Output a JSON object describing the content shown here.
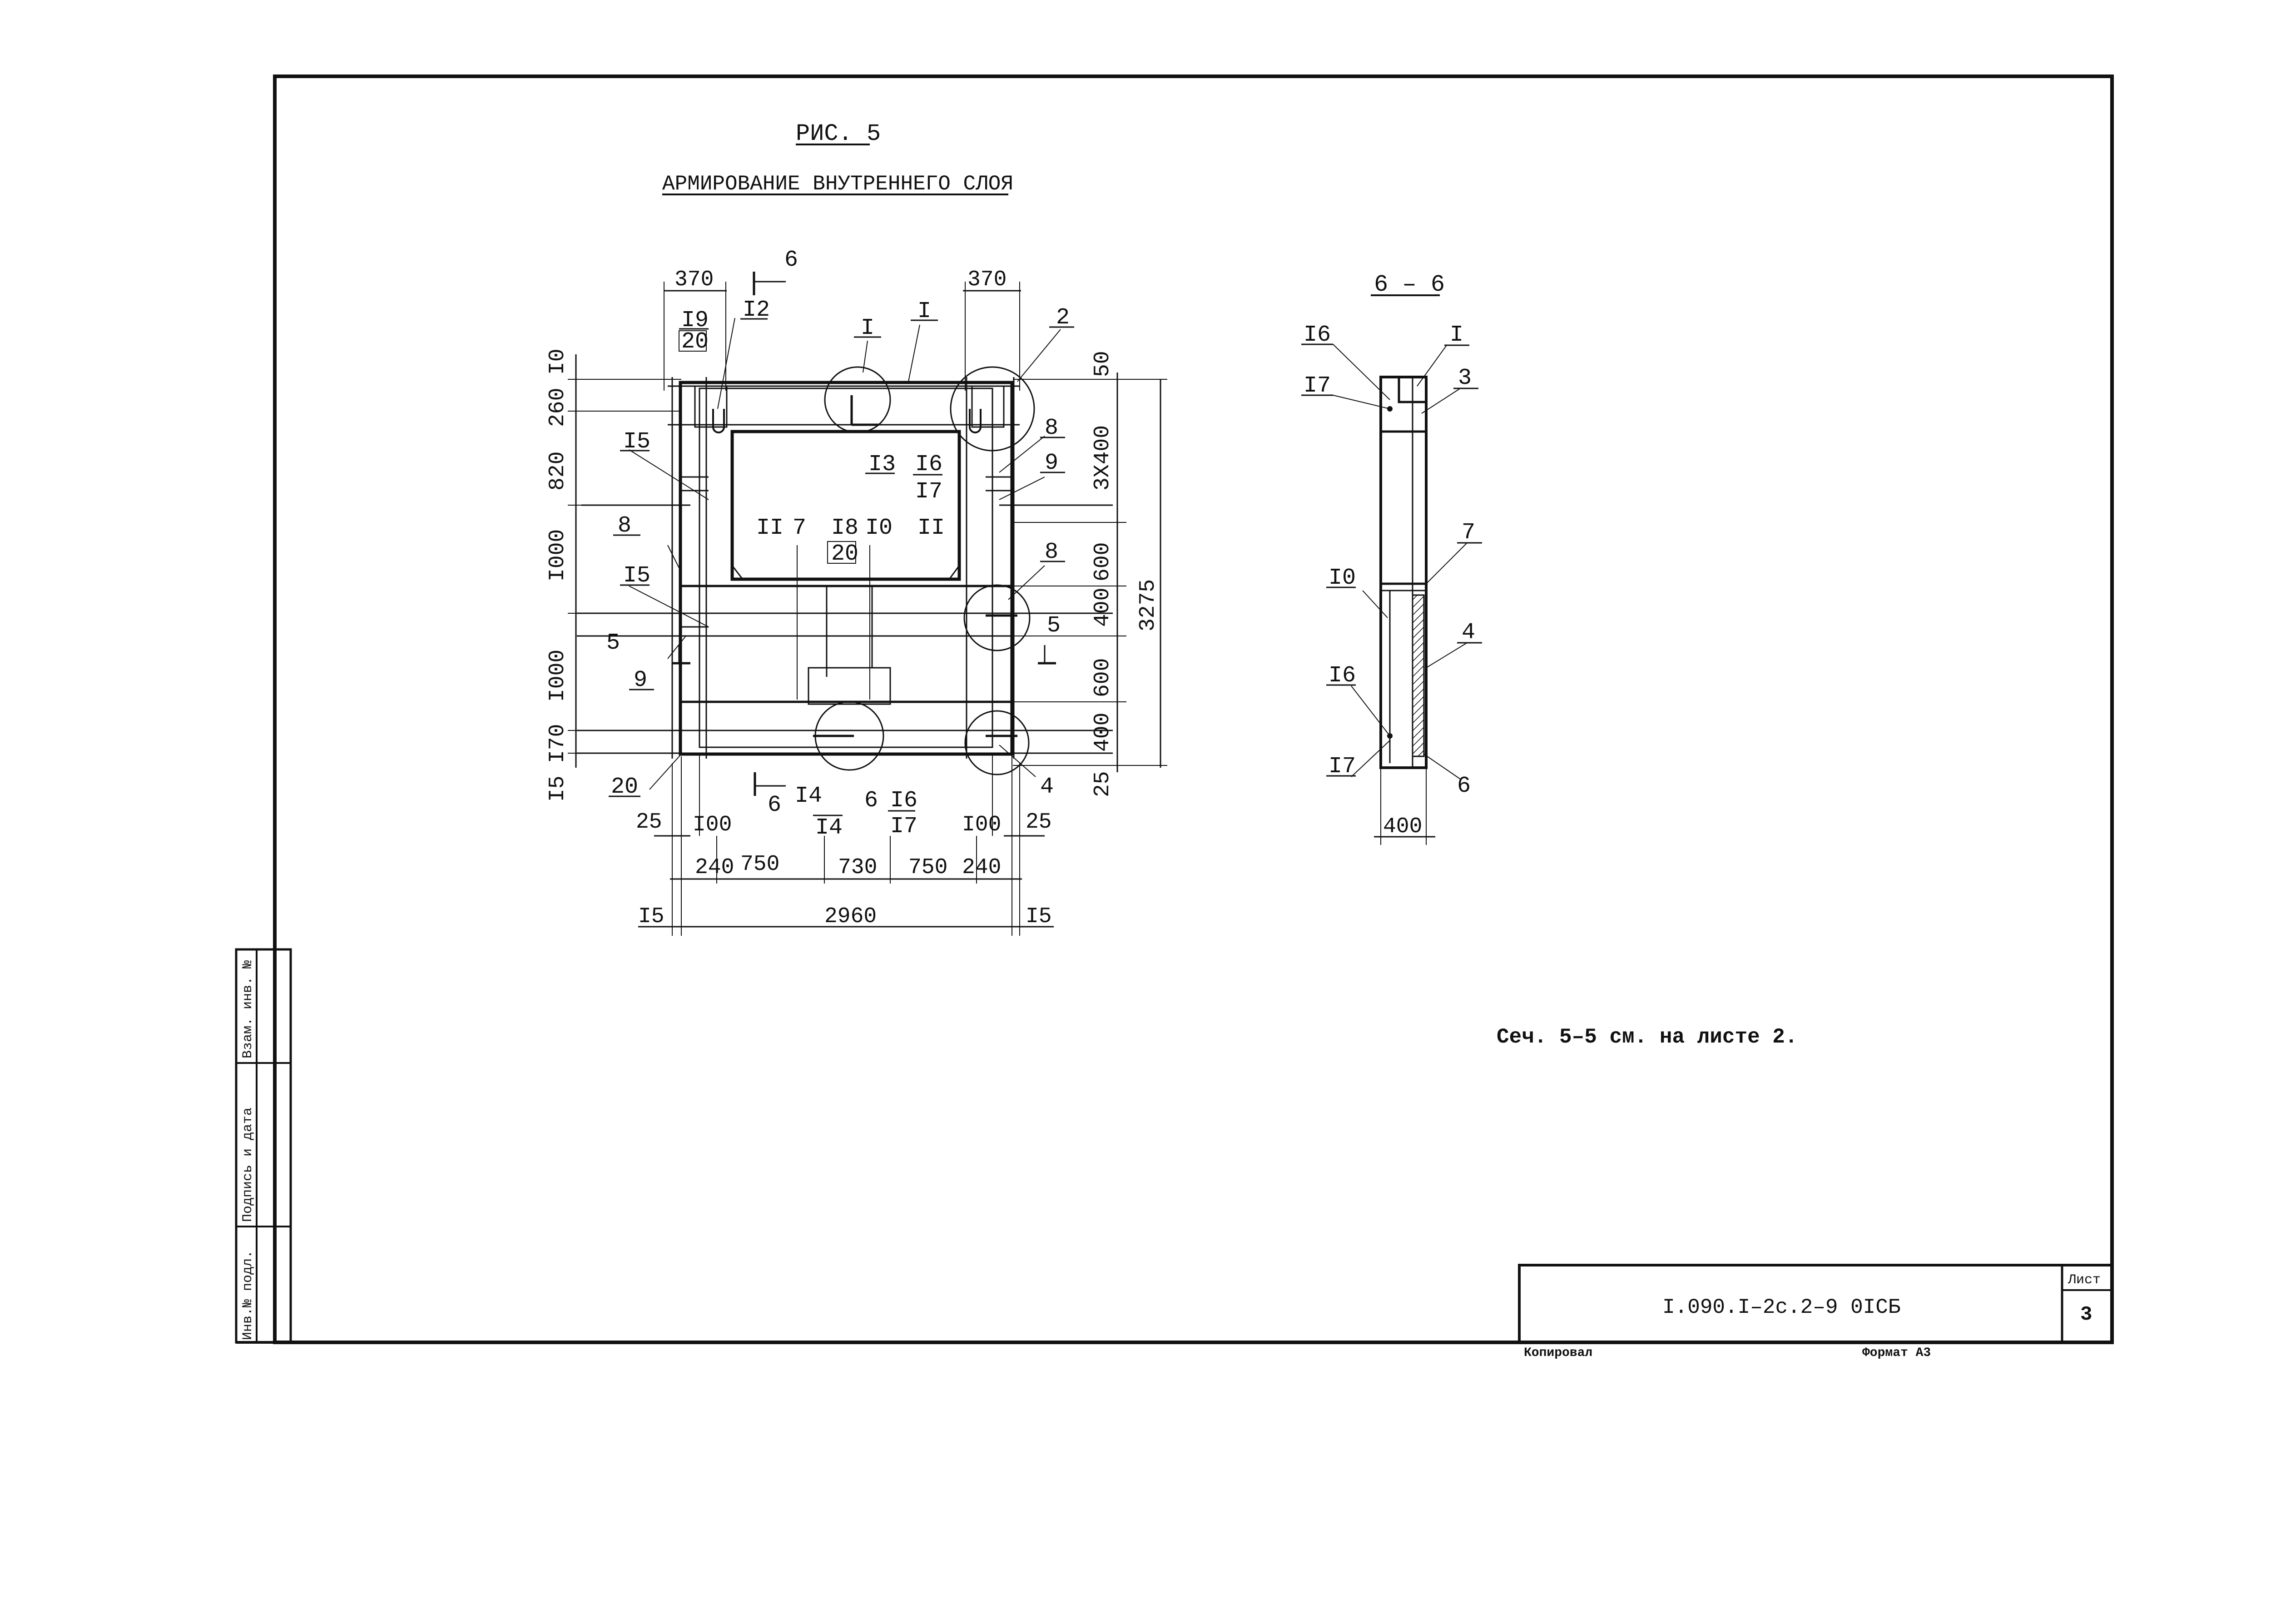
{
  "title": {
    "figure": "РИС. 5",
    "subtitle": "АРМИРОВАНИЕ ВНУТРЕННЕГО СЛОЯ"
  },
  "section_title": "6 – 6",
  "note": "Сеч. 5–5 см. на листе 2.",
  "title_block": {
    "code": "I.090.I–2c.2–9 0ICБ",
    "sheet_label": "Лист",
    "sheet_number": "3",
    "copied": "Копировал",
    "format": "Формат А3"
  },
  "side_stamp": {
    "inv_no": "Инв.№ подл.",
    "signature_date": "Подпись и дата",
    "replace_no": "Взам. инв. №"
  },
  "dims": {
    "top_left": "370",
    "top_right": "370",
    "left_10": "I0",
    "left_260": "260",
    "left_820": "820",
    "left_1000a": "I000",
    "left_1000b": "I000",
    "left_170": "I70",
    "left_15": "I5",
    "right_50": "50",
    "right_3x400": "3X400",
    "right_600a": "600",
    "right_400a": "400",
    "right_600b": "600",
    "right_400b": "400",
    "right_25": "25",
    "right_total": "3275",
    "bot_25l": "25",
    "bot_100l": "I00",
    "bot_100r": "I00",
    "bot_25r": "25",
    "bot_240l": "240",
    "bot_750l": "750",
    "bot_730": "730",
    "bot_750r": "750",
    "bot_240r": "240",
    "bot_15l": "I5",
    "bot_2960": "2960",
    "bot_15r": "I5",
    "sec_400": "400"
  },
  "marks": {
    "m_19": "I9",
    "m_20a": "20",
    "m_12": "I2",
    "m_1a": "I",
    "m_1b": "I",
    "m_2": "2",
    "m_13": "I3",
    "m_16a": "I6",
    "m_17a": "I7",
    "m_8a": "8",
    "m_9a": "9",
    "m_15a": "I5",
    "m_15b": "I5",
    "m_8b": "8",
    "m_9b": "9",
    "m_11a": "II",
    "m_7a": "7",
    "m_18": "I8",
    "m_20b": "20",
    "m_10a": "I0",
    "m_11b": "II",
    "m_8c": "8",
    "m_4a": "4",
    "m_20c": "20",
    "m_14a": "I4",
    "m_14b": "I4",
    "m_6a": "6",
    "m_16b": "I6",
    "m_17b": "I7",
    "cut6_top": "6",
    "cut6_bot": "6",
    "cut5_l": "5",
    "cut5_r": "5",
    "s_16a": "I6",
    "s_1": "I",
    "s_17a": "I7",
    "s_3": "3",
    "s_10": "I0",
    "s_7": "7",
    "s_4": "4",
    "s_16b": "I6",
    "s_17b": "I7",
    "s_6": "6"
  }
}
